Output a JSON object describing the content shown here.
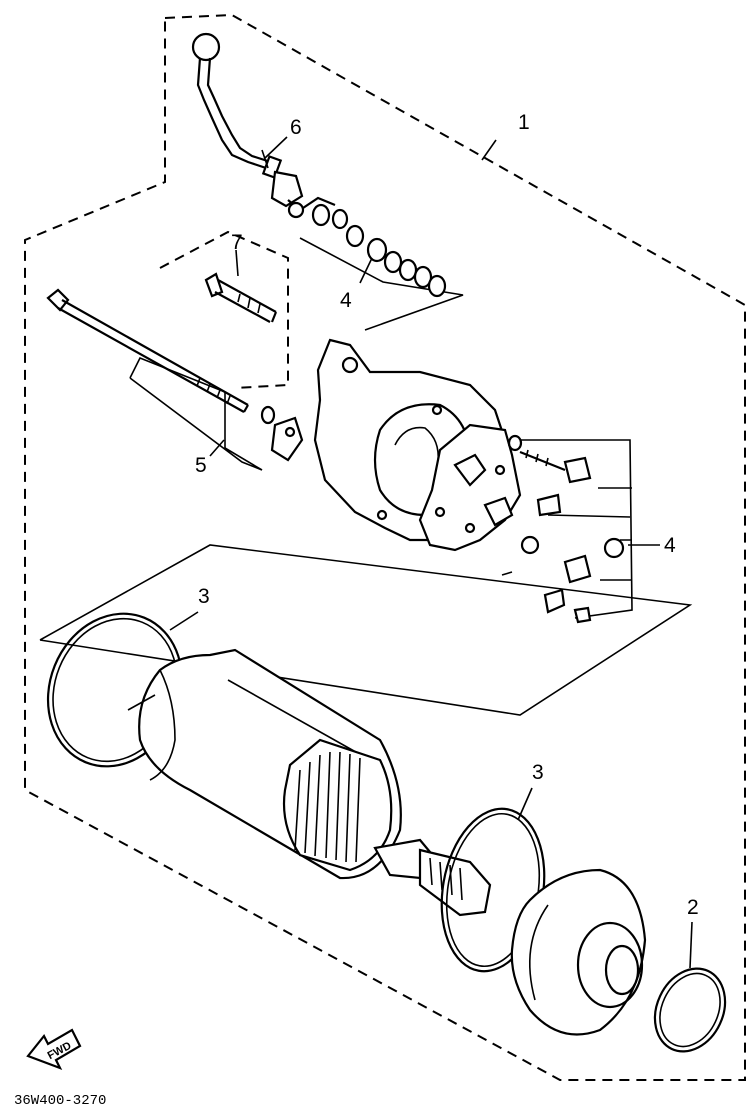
{
  "callouts": {
    "c1": "1",
    "c2": "2",
    "c3a": "3",
    "c3b": "3",
    "c4a": "4",
    "c4b": "4",
    "c5": "5",
    "c6": "6",
    "c7": "7"
  },
  "fwd_label": "FWD",
  "drawing_code": "36W400-3270"
}
